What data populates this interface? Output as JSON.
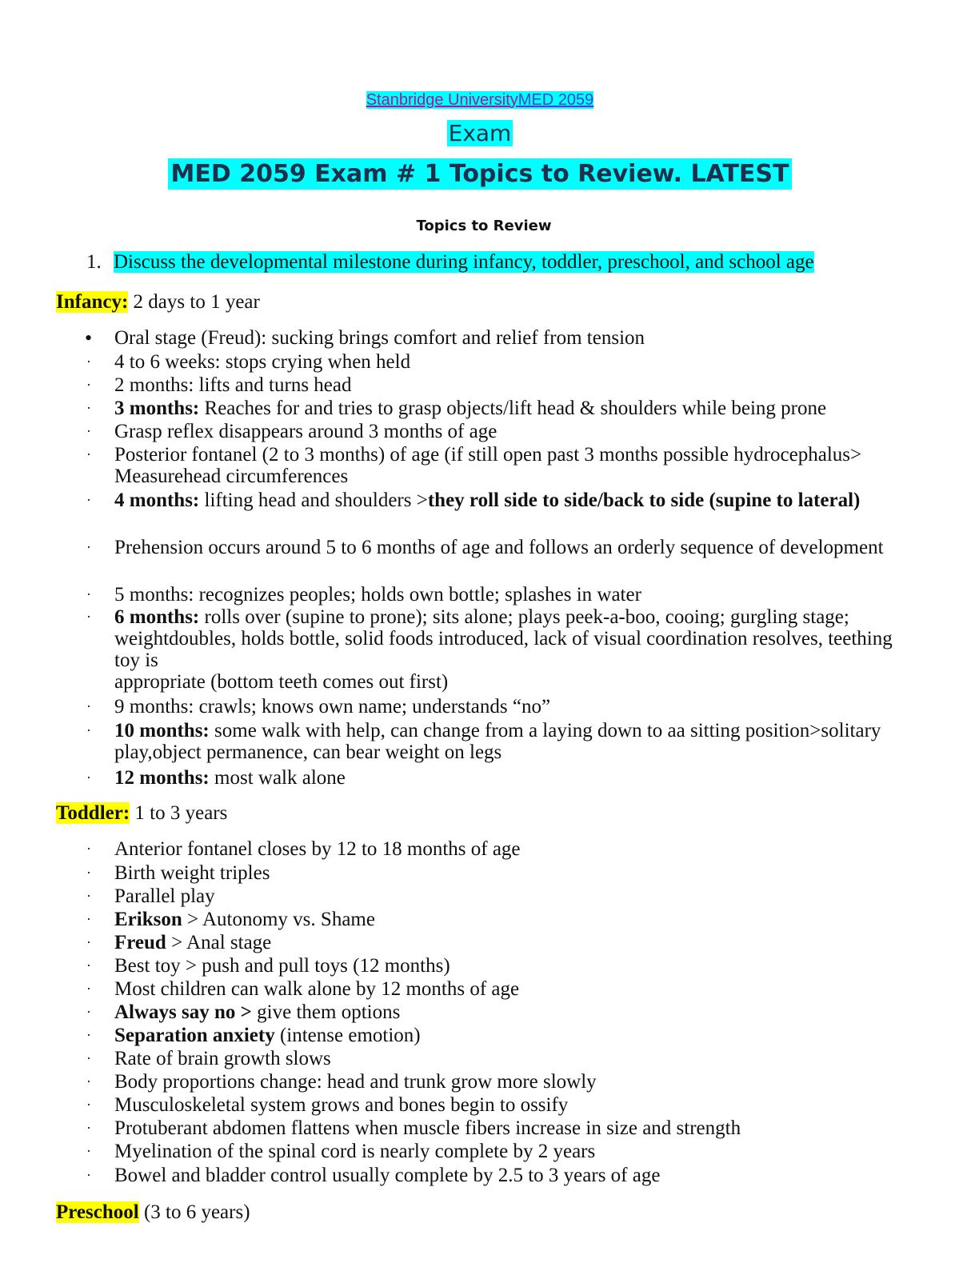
{
  "header": {
    "link_part1": "Stanbridge University",
    "link_part2": "MED 2059",
    "exam_label": "Exam",
    "title": "MED 2059 Exam # 1 Topics to Review. LATEST",
    "subtitle": "Topics to Review"
  },
  "question1": {
    "number": "1.",
    "text": "Discuss the developmental milestone during infancy, toddler, preschool, and school age"
  },
  "infancy": {
    "label": "Infancy:",
    "range": " 2 days to 1 year",
    "bullets": {
      "b0": "Oral stage (Freud): sucking brings comfort and relief from tension",
      "b1": "4 to 6 weeks: stops crying when held",
      "b2": "2 months: lifts and turns head",
      "b3_bold": "3 months:",
      "b3": " Reaches for and tries to grasp objects/lift head & shoulders while being prone",
      "b4": "Grasp reflex disappears around 3 months of age",
      "b5": "Posterior fontanel (2 to 3 months) of age (if still open past 3 months possible hydrocephalus> Measurehead circumferences",
      "b6_bold": "4 months:",
      "b6_mid": " lifting head and shoulders >",
      "b6_bold2": "they roll side to side/back to side (supine to lateral)",
      "b7": "Prehension occurs around 5 to 6 months of age and follows an orderly sequence of development",
      "b8": "5 months: recognizes peoples; holds own bottle; splashes in water",
      "b9_bold": "6 months:",
      "b9": " rolls over (supine to prone); sits alone; plays peek-a-boo, cooing; gurgling stage; weightdoubles, holds bottle, solid foods introduced, lack of visual coordination resolves, teething toy is",
      "b9_line2": "appropriate (bottom teeth comes out first)",
      "b10": "9 months: crawls; knows own name; understands “no”",
      "b11_bold": "10 months:",
      "b11": " some walk with help, can change from a laying down to aa sitting position>solitary play,object permanence, can bear weight on legs",
      "b12_bold": "12 months:",
      "b12": " most walk alone"
    }
  },
  "toddler": {
    "label": "Toddler:",
    "range": " 1 to 3 years",
    "bullets": {
      "t0": "Anterior fontanel closes by 12 to 18 months of age",
      "t1": "Birth weight triples",
      "t2": "Parallel play",
      "t3_bold": "Erikson",
      "t3": " > Autonomy vs. Shame",
      "t4_bold": "Freud",
      "t4": " > Anal stage",
      "t5": "Best toy > push and pull toys (12 months)",
      "t6": "Most children can walk alone by 12 months of age",
      "t7_bold": "Always say no >",
      "t7": " give them options",
      "t8_bold": "Separation anxiety",
      "t8": " (intense emotion)",
      "t9": "Rate of brain growth slows",
      "t10": "Body proportions change: head and trunk grow more slowly",
      "t11": "Musculoskeletal system grows and bones begin to ossify",
      "t12": "Protuberant abdomen flattens when muscle fibers increase in size and strength",
      "t13": "Myelination of the spinal cord is nearly complete by 2 years",
      "t14": "Bowel and bladder control usually complete by 2.5 to 3 years of age"
    }
  },
  "preschool": {
    "label": "Preschool",
    "range": " (3 to 6 years)"
  },
  "bullet_glyphs": {
    "large": "•",
    "small": "·"
  }
}
